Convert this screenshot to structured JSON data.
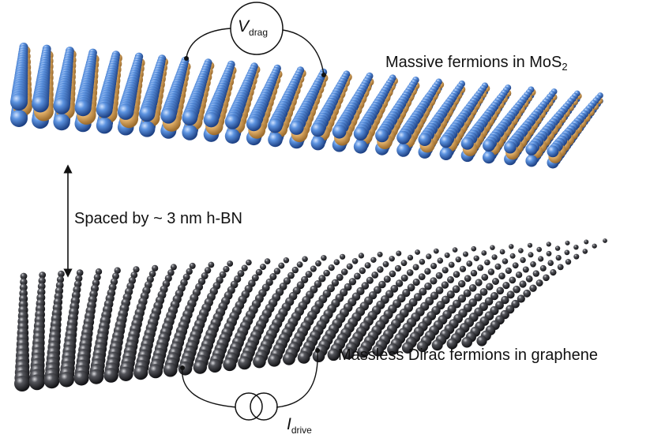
{
  "labels": {
    "mos2_prefix": "Massive fermions in MoS",
    "mos2_sub": "2",
    "spacing": "Spaced by ~ 3 nm h-BN",
    "graphene": "Massless Dirac fermions in graphene"
  },
  "voltmeter": {
    "symbol": "V",
    "subscript": "drag"
  },
  "current_source": {
    "symbol": "I",
    "subscript": "drive"
  },
  "colors": {
    "sulfur_blue": "#3f78c8",
    "molybdenum_gold": "#e0ab62",
    "carbon_dark": "#2a2a2e",
    "wire": "#111111"
  }
}
